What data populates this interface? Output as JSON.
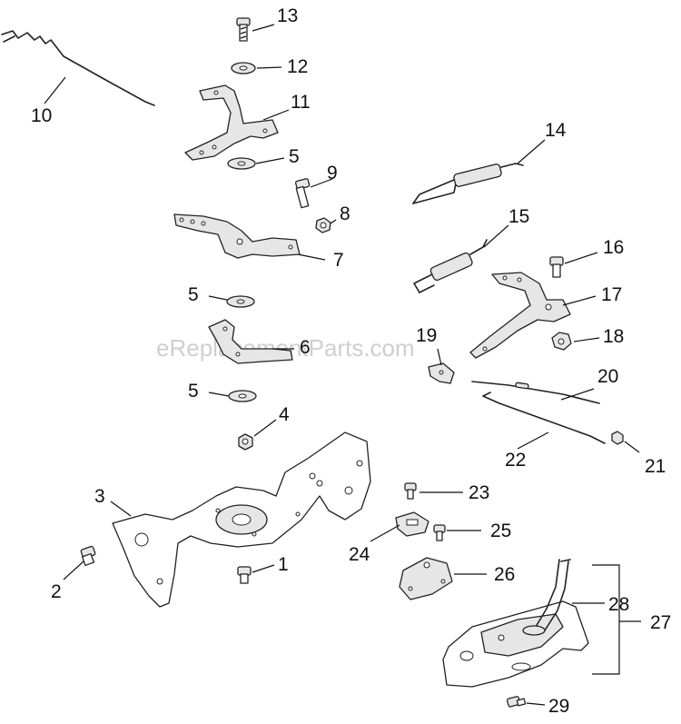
{
  "watermark": "eReplacementParts.com",
  "callouts": [
    {
      "id": "13",
      "label": "13"
    },
    {
      "id": "12",
      "label": "12"
    },
    {
      "id": "11",
      "label": "11"
    },
    {
      "id": "10",
      "label": "10"
    },
    {
      "id": "5a",
      "label": "5"
    },
    {
      "id": "9",
      "label": "9"
    },
    {
      "id": "8",
      "label": "8"
    },
    {
      "id": "7",
      "label": "7"
    },
    {
      "id": "5b",
      "label": "5"
    },
    {
      "id": "6",
      "label": "6"
    },
    {
      "id": "5c",
      "label": "5"
    },
    {
      "id": "4",
      "label": "4"
    },
    {
      "id": "3",
      "label": "3"
    },
    {
      "id": "2",
      "label": "2"
    },
    {
      "id": "1",
      "label": "1"
    },
    {
      "id": "14",
      "label": "14"
    },
    {
      "id": "15",
      "label": "15"
    },
    {
      "id": "16",
      "label": "16"
    },
    {
      "id": "17",
      "label": "17"
    },
    {
      "id": "18",
      "label": "18"
    },
    {
      "id": "19",
      "label": "19"
    },
    {
      "id": "20",
      "label": "20"
    },
    {
      "id": "21",
      "label": "21"
    },
    {
      "id": "22",
      "label": "22"
    },
    {
      "id": "23",
      "label": "23"
    },
    {
      "id": "24",
      "label": "24"
    },
    {
      "id": "25",
      "label": "25"
    },
    {
      "id": "26",
      "label": "26"
    },
    {
      "id": "27",
      "label": "27"
    },
    {
      "id": "28",
      "label": "28"
    },
    {
      "id": "29",
      "label": "29"
    }
  ]
}
